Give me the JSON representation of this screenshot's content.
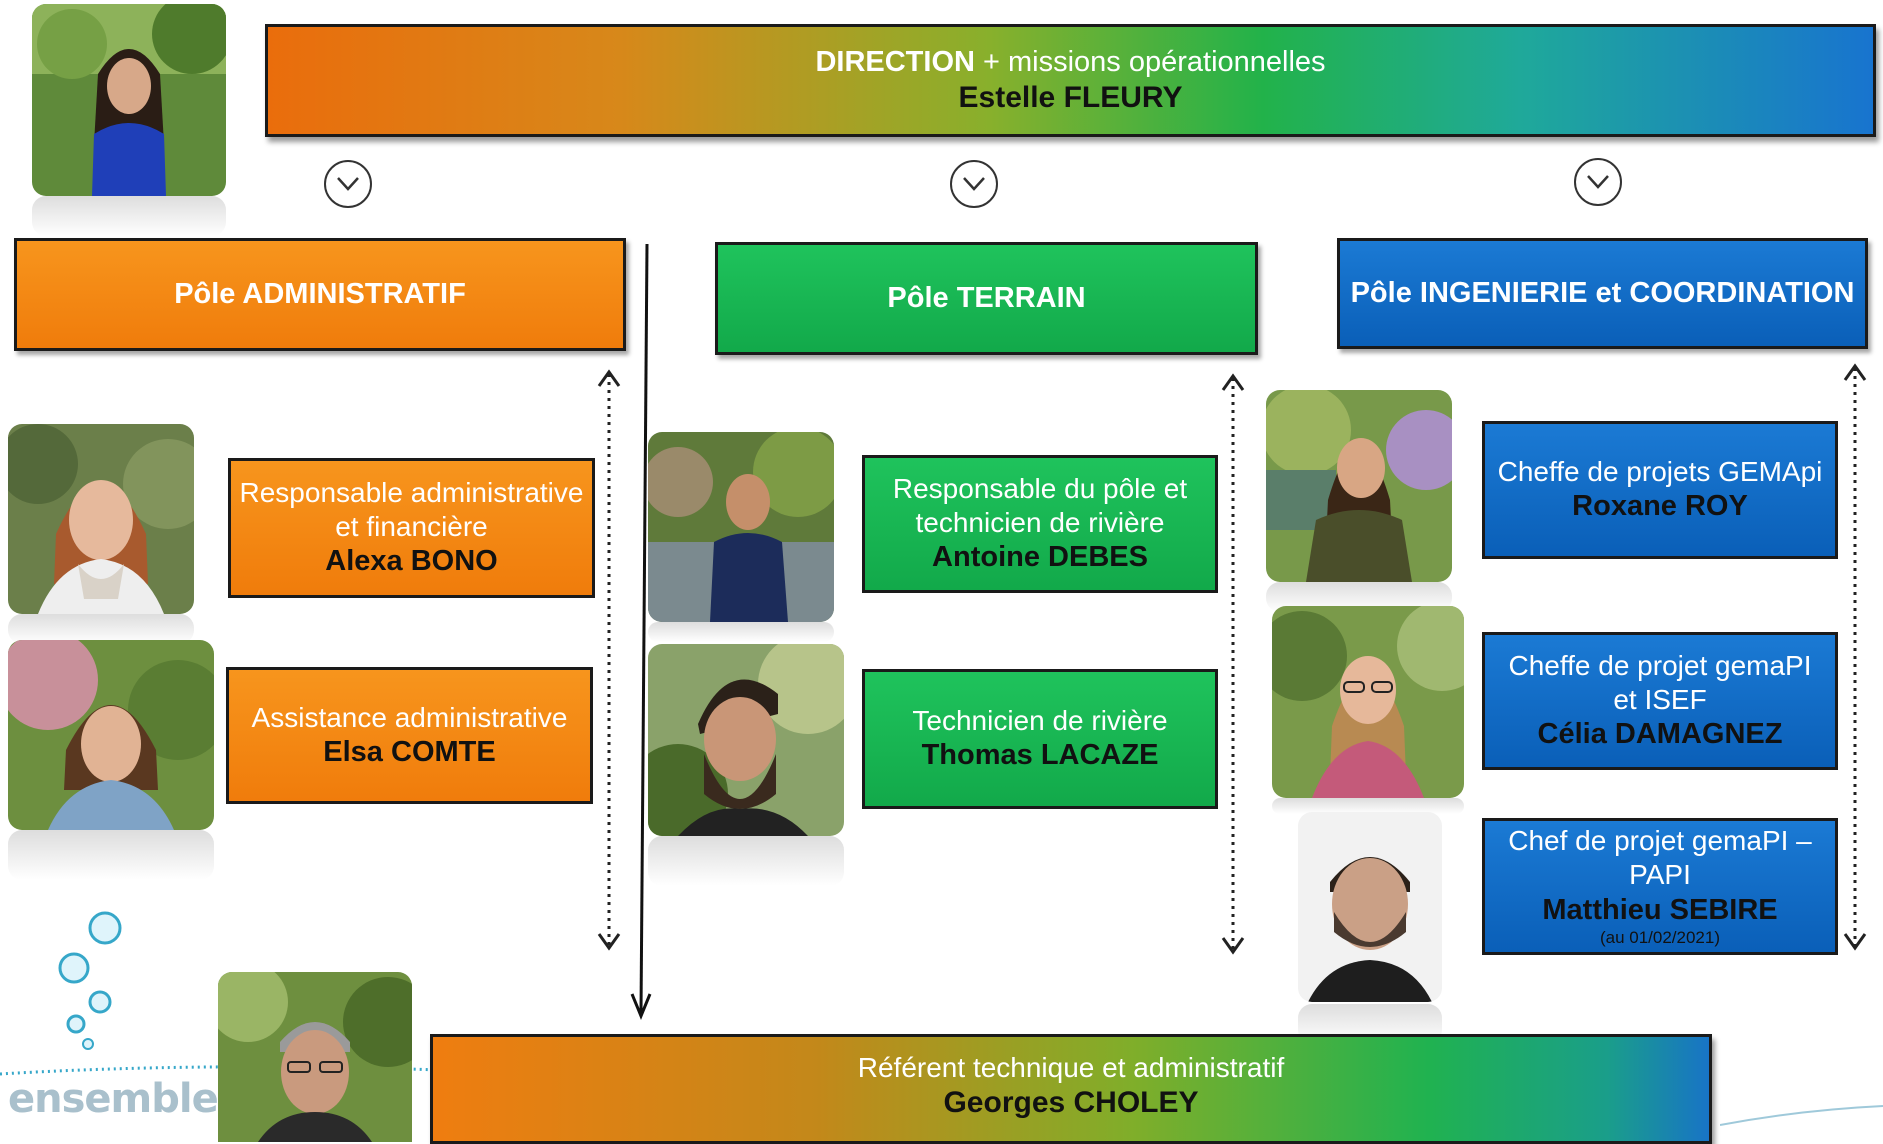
{
  "direction": {
    "label_bold": "DIRECTION",
    "label_rest": " + missions opérationnelles",
    "name": "Estelle FLEURY"
  },
  "poles": [
    {
      "label": "Pôle ADMINISTRATIF",
      "color": "#f28a15"
    },
    {
      "label": "Pôle TERRAIN",
      "color": "#18b653"
    },
    {
      "label": "Pôle INGENIERIE et COORDINATION",
      "color": "#126dc8"
    }
  ],
  "admin": [
    {
      "role_line1": "Responsable administrative",
      "role_line2": "et financière",
      "name": "Alexa BONO"
    },
    {
      "role_line1": "Assistance administrative",
      "name": "Elsa COMTE"
    }
  ],
  "terrain": [
    {
      "role_line1": "Responsable du pôle et",
      "role_line2": "technicien de rivière",
      "name": "Antoine DEBES"
    },
    {
      "role_line1": "Technicien de rivière",
      "name": "Thomas LACAZE"
    }
  ],
  "ingenierie": [
    {
      "role_line1": "Cheffe de projets GEMApi",
      "name": "Roxane ROY"
    },
    {
      "role_line1": "Cheffe de projet gemaPI",
      "role_line2": "et ISEF",
      "name": "Célia DAMAGNEZ"
    },
    {
      "role_line1": "Chef de projet gemaPI –",
      "role_line2": "PAPI",
      "name": "Matthieu SEBIRE",
      "note": "(au 01/02/2021)"
    }
  ],
  "referent": {
    "role": "Référent technique et administratif",
    "name": "Georges CHOLEY"
  },
  "logo": {
    "text": "ensemble"
  },
  "icons": {
    "chevron": "chevron-down-circle-icon"
  },
  "colors": {
    "orange": "#f28a15",
    "green": "#18b653",
    "blue": "#126dc8"
  }
}
